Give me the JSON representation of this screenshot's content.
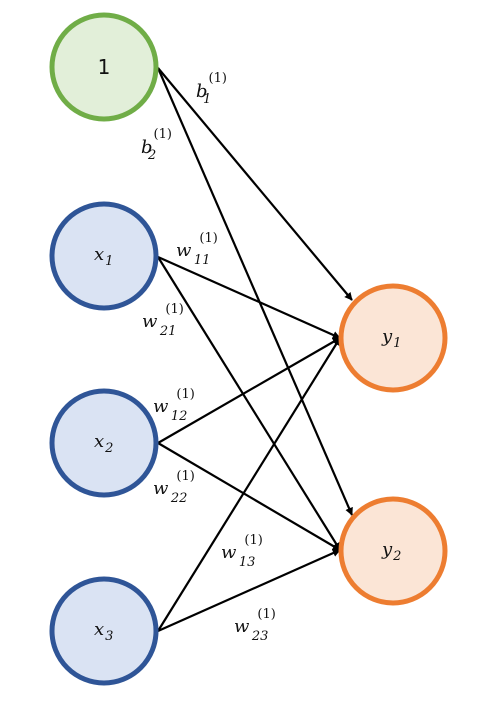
{
  "nodes": {
    "bias": {
      "text": "1",
      "fill": "#e2efd9",
      "stroke": "#70ad47"
    },
    "x1": {
      "main": "x",
      "sub": "1",
      "fill": "#dae3f3",
      "stroke": "#2f5597"
    },
    "x2": {
      "main": "x",
      "sub": "2",
      "fill": "#dae3f3",
      "stroke": "#2f5597"
    },
    "x3": {
      "main": "x",
      "sub": "3",
      "fill": "#dae3f3",
      "stroke": "#2f5597"
    },
    "y1": {
      "main": "y",
      "sub": "1",
      "fill": "#fbe5d6",
      "stroke": "#ed7d31"
    },
    "y2": {
      "main": "y",
      "sub": "2",
      "fill": "#fbe5d6",
      "stroke": "#ed7d31"
    }
  },
  "edges": {
    "b1": {
      "main": "b",
      "sub": "1",
      "sup": "(1)"
    },
    "b2": {
      "main": "b",
      "sub": "2",
      "sup": "(1)"
    },
    "w11": {
      "main": "w",
      "sub": "11",
      "sup": "(1)"
    },
    "w21": {
      "main": "w",
      "sub": "21",
      "sup": "(1)"
    },
    "w12": {
      "main": "w",
      "sub": "12",
      "sup": "(1)"
    },
    "w22": {
      "main": "w",
      "sub": "22",
      "sup": "(1)"
    },
    "w13": {
      "main": "w",
      "sub": "13",
      "sup": "(1)"
    },
    "w23": {
      "main": "w",
      "sub": "23",
      "sup": "(1)"
    }
  }
}
